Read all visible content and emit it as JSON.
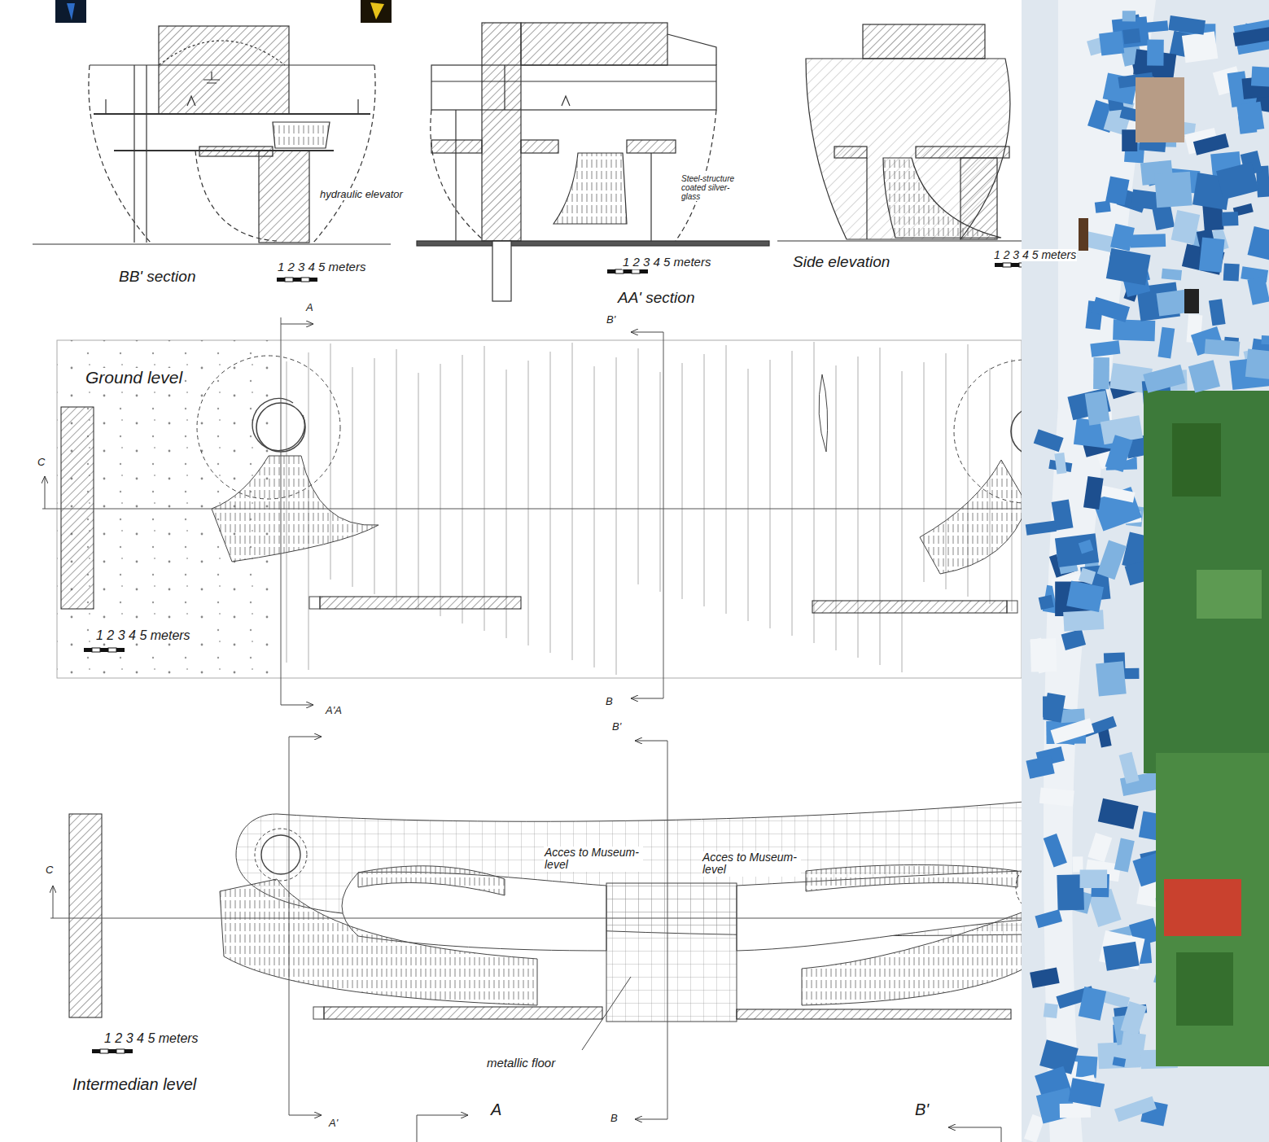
{
  "diagram": {
    "labels": [
      "BB' section",
      "1 2 3 4 5 meters",
      "hydraulic elevator",
      "Steel-structure coated silver-glass",
      "AA' section",
      "1 2 3 4 5 meters",
      "Side elevation",
      "1 2 3 4 5 meters",
      "A",
      "B'",
      "Ground level",
      "C",
      "1 2 3 4 5 meters",
      "A'A",
      "B",
      "B'",
      "C",
      "Acces to Museum-level",
      "Acces to Museum-level",
      "1 2 3 4 5 meters",
      "metallic floor",
      "Intermedian level",
      "A'",
      "A",
      "B",
      "B'"
    ]
  }
}
